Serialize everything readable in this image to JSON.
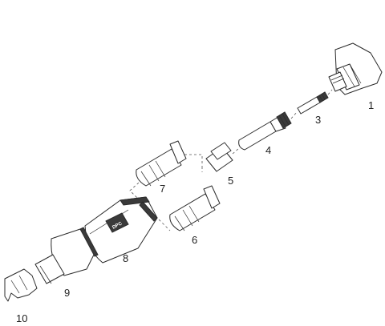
{
  "labels": {
    "p1": "1",
    "p3": "3",
    "p4": "4",
    "p5": "5",
    "p6": "6",
    "p7": "7",
    "p8": "8",
    "p9": "9",
    "p10": "10"
  },
  "stamp_text": "DPC"
}
